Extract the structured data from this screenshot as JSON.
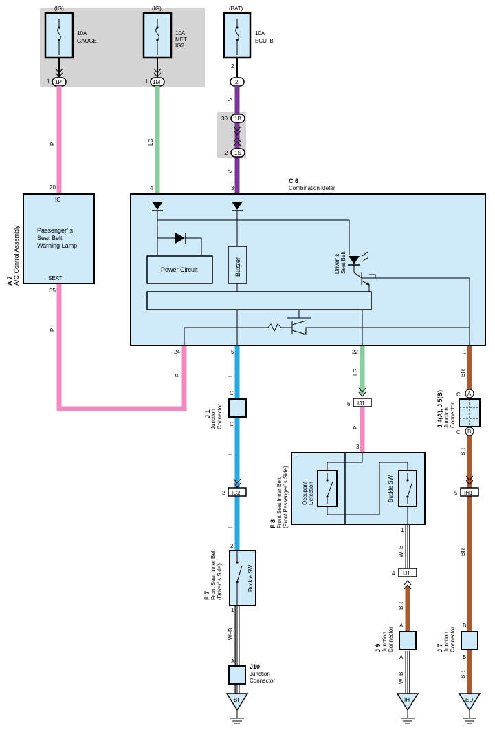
{
  "fuses": {
    "gauge": {
      "source": "(IG)",
      "rating": "10A",
      "name": "GAUGE",
      "pin": "1",
      "conn": "1P"
    },
    "met": {
      "source": "(IG)",
      "rating": "10A",
      "name1": "MET",
      "name2": "IG2",
      "pin": "1",
      "conn": "1M"
    },
    "ecu": {
      "source": "(BAT)",
      "rating": "10A",
      "name": "ECU–B",
      "pin": "2",
      "conn": "2"
    }
  },
  "wires": {
    "p": "P",
    "lg": "LG",
    "v": "V",
    "l": "L",
    "br": "BR",
    "wb": "W–B"
  },
  "connectors": {
    "c30": "30",
    "c1b": "1B",
    "c2": "2",
    "c1s": "1S",
    "ic2": "IC2",
    "ic2_pin": "2",
    "ij1": "IJ1",
    "ij1_pin": "6",
    "ij1b": "IJ1",
    "ij1b_pin": "4",
    "ih1": "IH1",
    "ih1_pin": "5"
  },
  "ac": {
    "code": "A 7",
    "name": "A/C Control Assembly",
    "pin_ig": "20",
    "label_ig": "IG",
    "lamp1": "Passenger’ s",
    "lamp2": "Seat Belt",
    "lamp3": "Warning Lamp",
    "label_seat": "SEAT",
    "pin_seat": "35"
  },
  "meter": {
    "code": "C 6",
    "name": "Combination Meter",
    "pin4": "4",
    "pin3": "3",
    "pin24": "24",
    "pin5": "5",
    "pin22": "22",
    "pin1": "1",
    "power": "Power Circuit",
    "buzzer": "Buzzer",
    "driver1": "Driver’ s",
    "driver2": "Seat Belt"
  },
  "j1": {
    "code": "J 1",
    "name1": "Junction",
    "name2": "Connector",
    "pin": "C"
  },
  "j4": {
    "code": "J 4(A), J 5(B)",
    "name1": "Junction",
    "name2": "Connector",
    "a": "A",
    "b": "B",
    "c": "C"
  },
  "f8": {
    "code": "F 8",
    "name1": "Front Seat Inner Belt",
    "name2": "(Front Passenger’ s Side)",
    "occ1": "Occupant",
    "occ2": "Detection",
    "buckle": "Buckle SW",
    "pin3": "3",
    "pin1": "1"
  },
  "f7": {
    "code": "F 7",
    "name1": "Front Seat Inner Belt",
    "name2": "(Driver’ s Side)",
    "buckle": "Buckle SW",
    "pin2": "2",
    "pin1": "1"
  },
  "j10": {
    "code": "J10",
    "name1": "Junction",
    "name2": "Connector",
    "pin": "A"
  },
  "j9": {
    "code": "J 9",
    "name1": "Junction",
    "name2": "Connector",
    "pin": "A"
  },
  "j7": {
    "code": "J 7",
    "name1": "Junction",
    "name2": "Connector",
    "pin": "B"
  },
  "grounds": {
    "bi": "BI",
    "ih": "IH",
    "ed": "ED"
  },
  "colors": {
    "pink": "#f08ac0",
    "green": "#86cf9e",
    "purple": "#7b3596",
    "blue": "#2aa8e0",
    "brown": "#a85a32"
  }
}
